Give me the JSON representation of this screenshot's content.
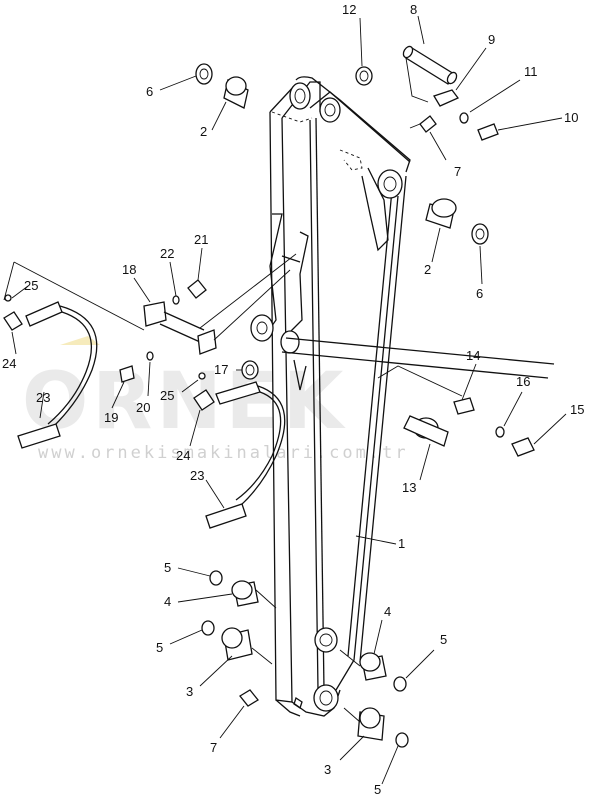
{
  "watermark": {
    "brand": "ORNEK",
    "url": "www.ornekismakinalari.com.tr"
  },
  "callouts": {
    "c1": "1",
    "c2a": "2",
    "c2b": "2",
    "c3a": "3",
    "c3b": "3",
    "c4a": "4",
    "c4b": "4",
    "c5a": "5",
    "c5b": "5",
    "c5c": "5",
    "c5d": "5",
    "c6a": "6",
    "c6b": "6",
    "c7a": "7",
    "c7b": "7",
    "c8": "8",
    "c9": "9",
    "c10": "10",
    "c11": "11",
    "c12": "12",
    "c13": "13",
    "c14": "14",
    "c15": "15",
    "c16": "16",
    "c17": "17",
    "c18": "18",
    "c19": "19",
    "c20": "20",
    "c21": "21",
    "c22": "22",
    "c23a": "23",
    "c23b": "23",
    "c24a": "24",
    "c24b": "24",
    "c25a": "25",
    "c25b": "25"
  }
}
